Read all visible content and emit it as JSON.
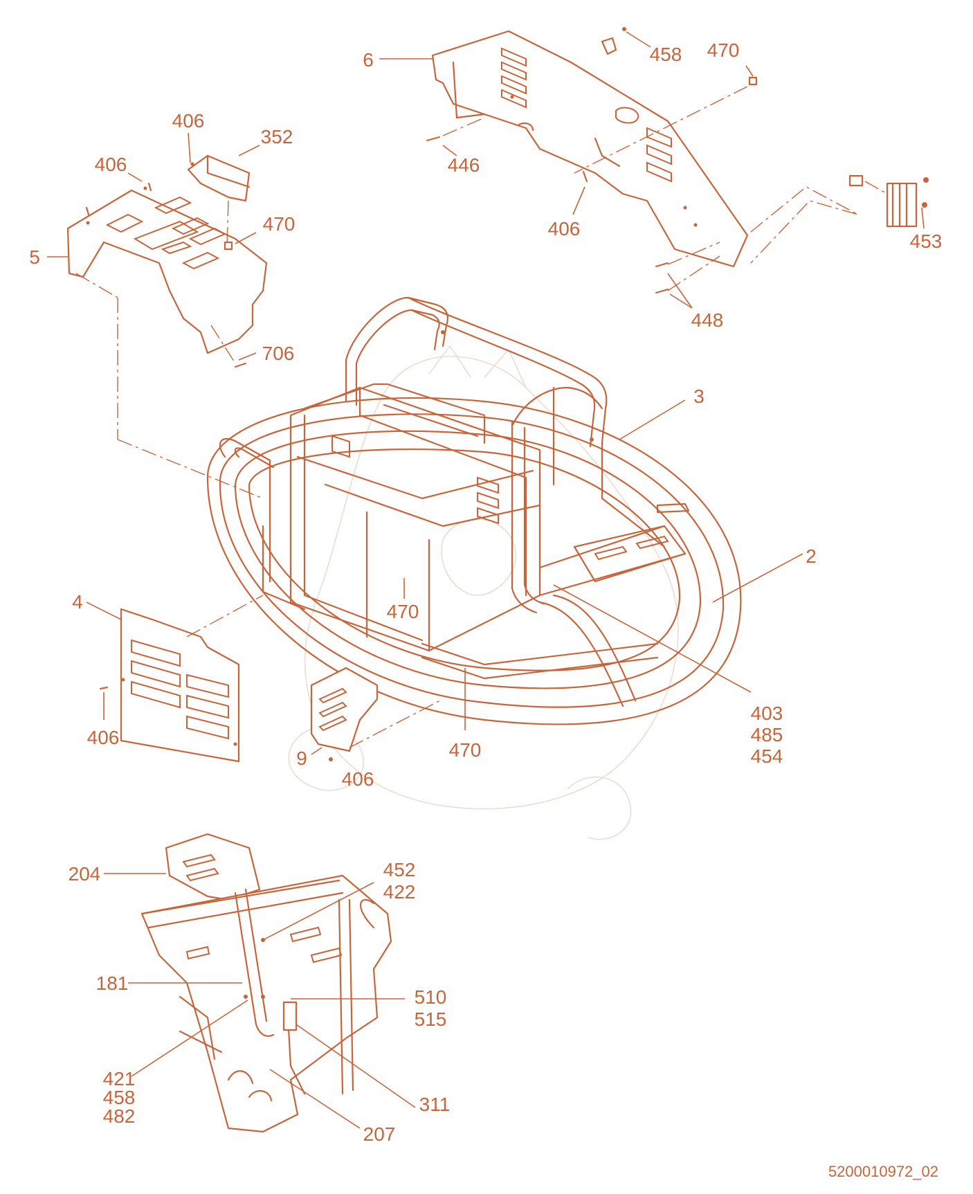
{
  "document": {
    "id": "5200010972_02",
    "colors": {
      "line": "#c8643a",
      "watermark": "#ecdcd2",
      "background": "#ffffff"
    }
  },
  "callouts": {
    "c6": "6",
    "c458a": "458",
    "c470a": "470",
    "c446": "446",
    "c406a": "406",
    "c453": "453",
    "c448": "448",
    "c406b": "406",
    "c352": "352",
    "c406c": "406",
    "c470b": "470",
    "c5": "5",
    "c706": "706",
    "c3": "3",
    "c2": "2",
    "c470c": "470",
    "c4": "4",
    "c406d": "406",
    "c403": "403",
    "c485": "485",
    "c454": "454",
    "c470d": "470",
    "c9": "9",
    "c406e": "406",
    "c204": "204",
    "c452": "452",
    "c422": "422",
    "c181": "181",
    "c510": "510",
    "c515": "515",
    "c421": "421",
    "c458b": "458",
    "c482": "482",
    "c311": "311",
    "c207": "207"
  }
}
